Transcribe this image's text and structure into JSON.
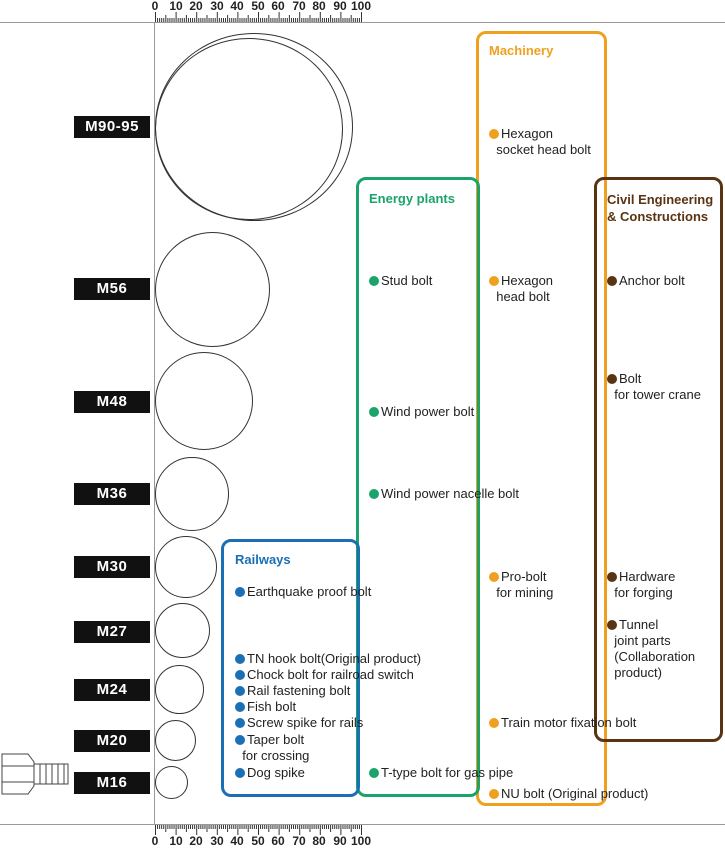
{
  "scale": {
    "ticks": [
      "0",
      "10",
      "20",
      "30",
      "40",
      "50",
      "60",
      "70",
      "80",
      "90",
      "100"
    ]
  },
  "sizes": [
    {
      "label": "M90-95"
    },
    {
      "label": "M56"
    },
    {
      "label": "M48"
    },
    {
      "label": "M36"
    },
    {
      "label": "M30"
    },
    {
      "label": "M27"
    },
    {
      "label": "M24"
    },
    {
      "label": "M20"
    },
    {
      "label": "M16"
    }
  ],
  "categories": {
    "railways": {
      "title": "Railways",
      "color": "#1a6fb5",
      "items": [
        "Earthquake proof bolt",
        "TN hook bolt(Original product)",
        "Chock bolt for railroad switch",
        "Rail fastening bolt",
        "Fish bolt",
        "Screw spike for rails",
        "Taper bolt\n  for crossing",
        "Dog spike"
      ]
    },
    "energy": {
      "title": "Energy plants",
      "color": "#1aa36b",
      "items": [
        "Stud bolt",
        "Wind power bolt",
        "Wind power nacelle bolt",
        "T-type bolt for gas pipe"
      ]
    },
    "machinery": {
      "title": "Machinery",
      "color": "#f0a020",
      "items": [
        "Hexagon\n  socket head bolt",
        "Hexagon\n  head bolt",
        "Pro-bolt\n  for mining",
        "Train motor fixation bolt",
        "NU bolt (Original product)"
      ]
    },
    "civil": {
      "title": "Civil Engineering\n& Constructions",
      "color": "#5a3312",
      "items": [
        "Anchor bolt",
        "Bolt\n  for tower crane",
        "Hardware\n  for forging",
        "Tunnel\n  joint parts\n  (Collaboration\n  product)"
      ]
    }
  }
}
